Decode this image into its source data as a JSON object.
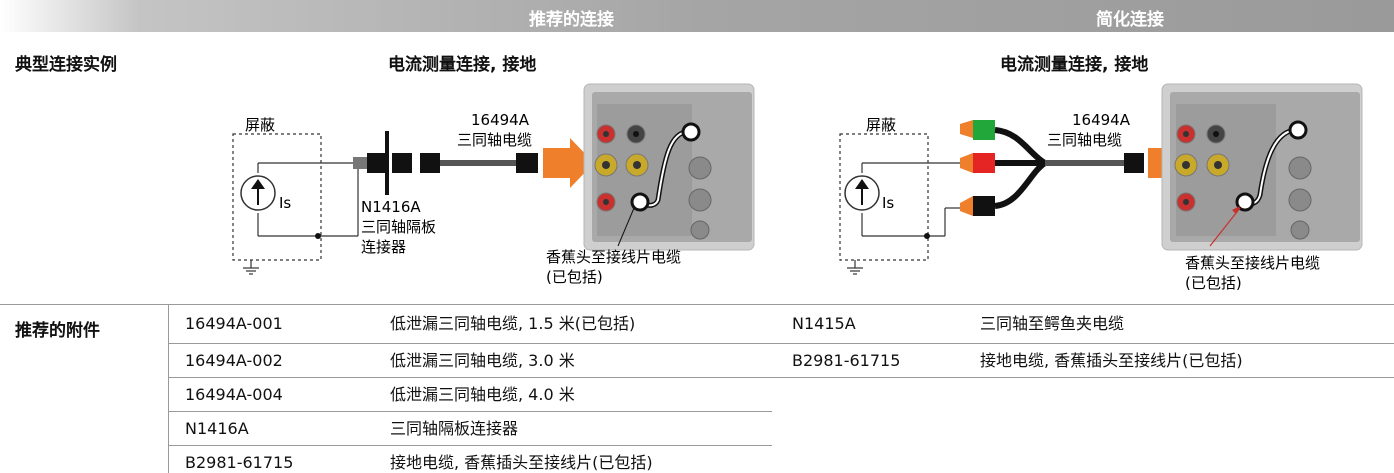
{
  "header": {
    "recommended": "推荐的连接",
    "simplified": "简化连接"
  },
  "rows": {
    "example_label": "典型连接实例",
    "accessories_label": "推荐的附件"
  },
  "left_diagram": {
    "title": "电流测量连接, 接地",
    "shield": "屏蔽",
    "source": "Is",
    "cable_model": "16494A",
    "cable_name": "三同轴电缆",
    "connector_model": "N1416A",
    "connector_name_1": "三同轴隔板",
    "connector_name_2": "连接器",
    "banana_1": "香蕉头至接线片电缆",
    "banana_2": "(已包括)"
  },
  "right_diagram": {
    "title": "电流测量连接, 接地",
    "shield": "屏蔽",
    "source": "Is",
    "cable_model": "16494A",
    "cable_name": "三同轴电缆",
    "banana_1": "香蕉头至接线片电缆",
    "banana_2": "(已包括)"
  },
  "accessories_left": [
    {
      "part": "16494A-001",
      "desc": "低泄漏三同轴电缆, 1.5 米(已包括)"
    },
    {
      "part": "16494A-002",
      "desc": "低泄漏三同轴电缆, 3.0 米"
    },
    {
      "part": "16494A-004",
      "desc": "低泄漏三同轴电缆, 4.0 米"
    },
    {
      "part": "N1416A",
      "desc": "三同轴隔板连接器"
    },
    {
      "part": "B2981-61715",
      "desc": "接地电缆, 香蕉插头至接线片(已包括)"
    }
  ],
  "accessories_right": [
    {
      "part": "N1415A",
      "desc": "三同轴至鳄鱼夹电缆"
    },
    {
      "part": "B2981-61715",
      "desc": "接地电缆, 香蕉插头至接线片(已包括)"
    }
  ],
  "colors": {
    "header_gray": "#a5a5a5",
    "arrow_orange": "#f07f2c",
    "clip_green": "#22a83a",
    "clip_red": "#e52424",
    "jack_yellow": "#c9a92a",
    "jack_red": "#c8312d"
  }
}
